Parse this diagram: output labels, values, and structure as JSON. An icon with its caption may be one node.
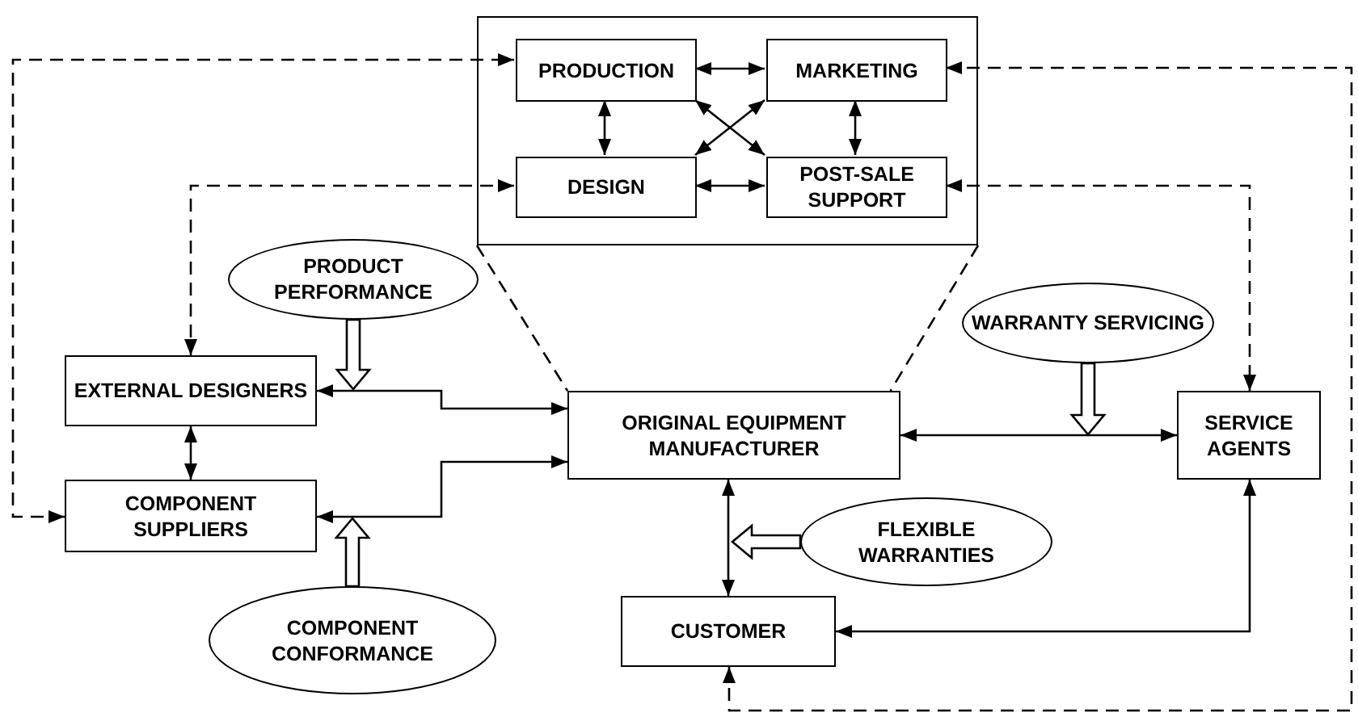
{
  "diagram": {
    "nodes": [
      {
        "text": [],
        "shape": "box"
      },
      {
        "text": [
          "PRODUCTION"
        ],
        "in": 0
      },
      {
        "text": [
          "MARKETING"
        ],
        "in": 0
      },
      {
        "text": [
          "DESIGN"
        ],
        "in": 0
      },
      {
        "text": [
          "POST-SALE SUPPORT"
        ],
        "in": 0
      },
      {
        "text": [
          "PRODUCT PERFORMANCE"
        ]
      },
      {
        "text": [
          "EXTERNAL DESIGNERS"
        ]
      },
      {
        "text": [
          "COMPONENT SUPPLIERS"
        ]
      },
      {
        "text": [
          "COMPONENT CONFORMANCE"
        ]
      },
      {
        "text": [
          "ORIGINAL EQUIPMENT MANUFACTURER"
        ]
      },
      {
        "text": [
          "WARRANTY SERVICING"
        ]
      },
      {
        "text": [
          "SERVICE AGENTS"
        ]
      },
      {
        "text": [
          "FLEXIBLE WARRANTIES"
        ]
      },
      {
        "text": [
          "CUSTOMER"
        ]
      }
    ],
    "edges": [
      {
        "from": 1,
        "to": 2,
        "arrow": "both"
      },
      {
        "from": 1,
        "to": 3,
        "arrow": "both"
      },
      {
        "from": 2,
        "to": 4,
        "arrow": "both"
      },
      {
        "from": 3,
        "to": 4,
        "arrow": "both"
      },
      {
        "from": 1,
        "to": 4,
        "arrow": "both"
      },
      {
        "from": 2,
        "to": 3,
        "arrow": "both"
      },
      {
        "from": 7,
        "to": 1,
        "arrow": "both",
        "style": "dashed"
      },
      {
        "from": 3,
        "to": 6,
        "arrow": "both",
        "style": "dashed"
      },
      {
        "from": 4,
        "to": 11,
        "arrow": "both",
        "style": "dashed"
      },
      {
        "from": 2,
        "to": 13,
        "arrow": "both",
        "style": "dashed"
      },
      {
        "from": 0,
        "to": 9,
        "arrow": "none",
        "style": "dashed"
      },
      {
        "from": 0,
        "to": 9,
        "arrow": "none",
        "style": "dashed"
      },
      {
        "from": 9,
        "to": 6,
        "arrow": "both"
      },
      {
        "from": 9,
        "to": 7,
        "arrow": "both"
      },
      {
        "from": 6,
        "to": 7,
        "arrow": "both"
      },
      {
        "from": 9,
        "to": 11,
        "arrow": "both"
      },
      {
        "from": 9,
        "to": 13,
        "arrow": "both"
      },
      {
        "from": 13,
        "to": 11,
        "arrow": "both"
      },
      {
        "from": 5,
        "to": null,
        "arrow": "to",
        "style": "thick"
      },
      {
        "from": 8,
        "to": null,
        "arrow": "to",
        "style": "thick"
      },
      {
        "from": 10,
        "to": null,
        "arrow": "to",
        "style": "thick"
      },
      {
        "from": 12,
        "to": null,
        "arrow": "to",
        "style": "thick"
      }
    ]
  }
}
